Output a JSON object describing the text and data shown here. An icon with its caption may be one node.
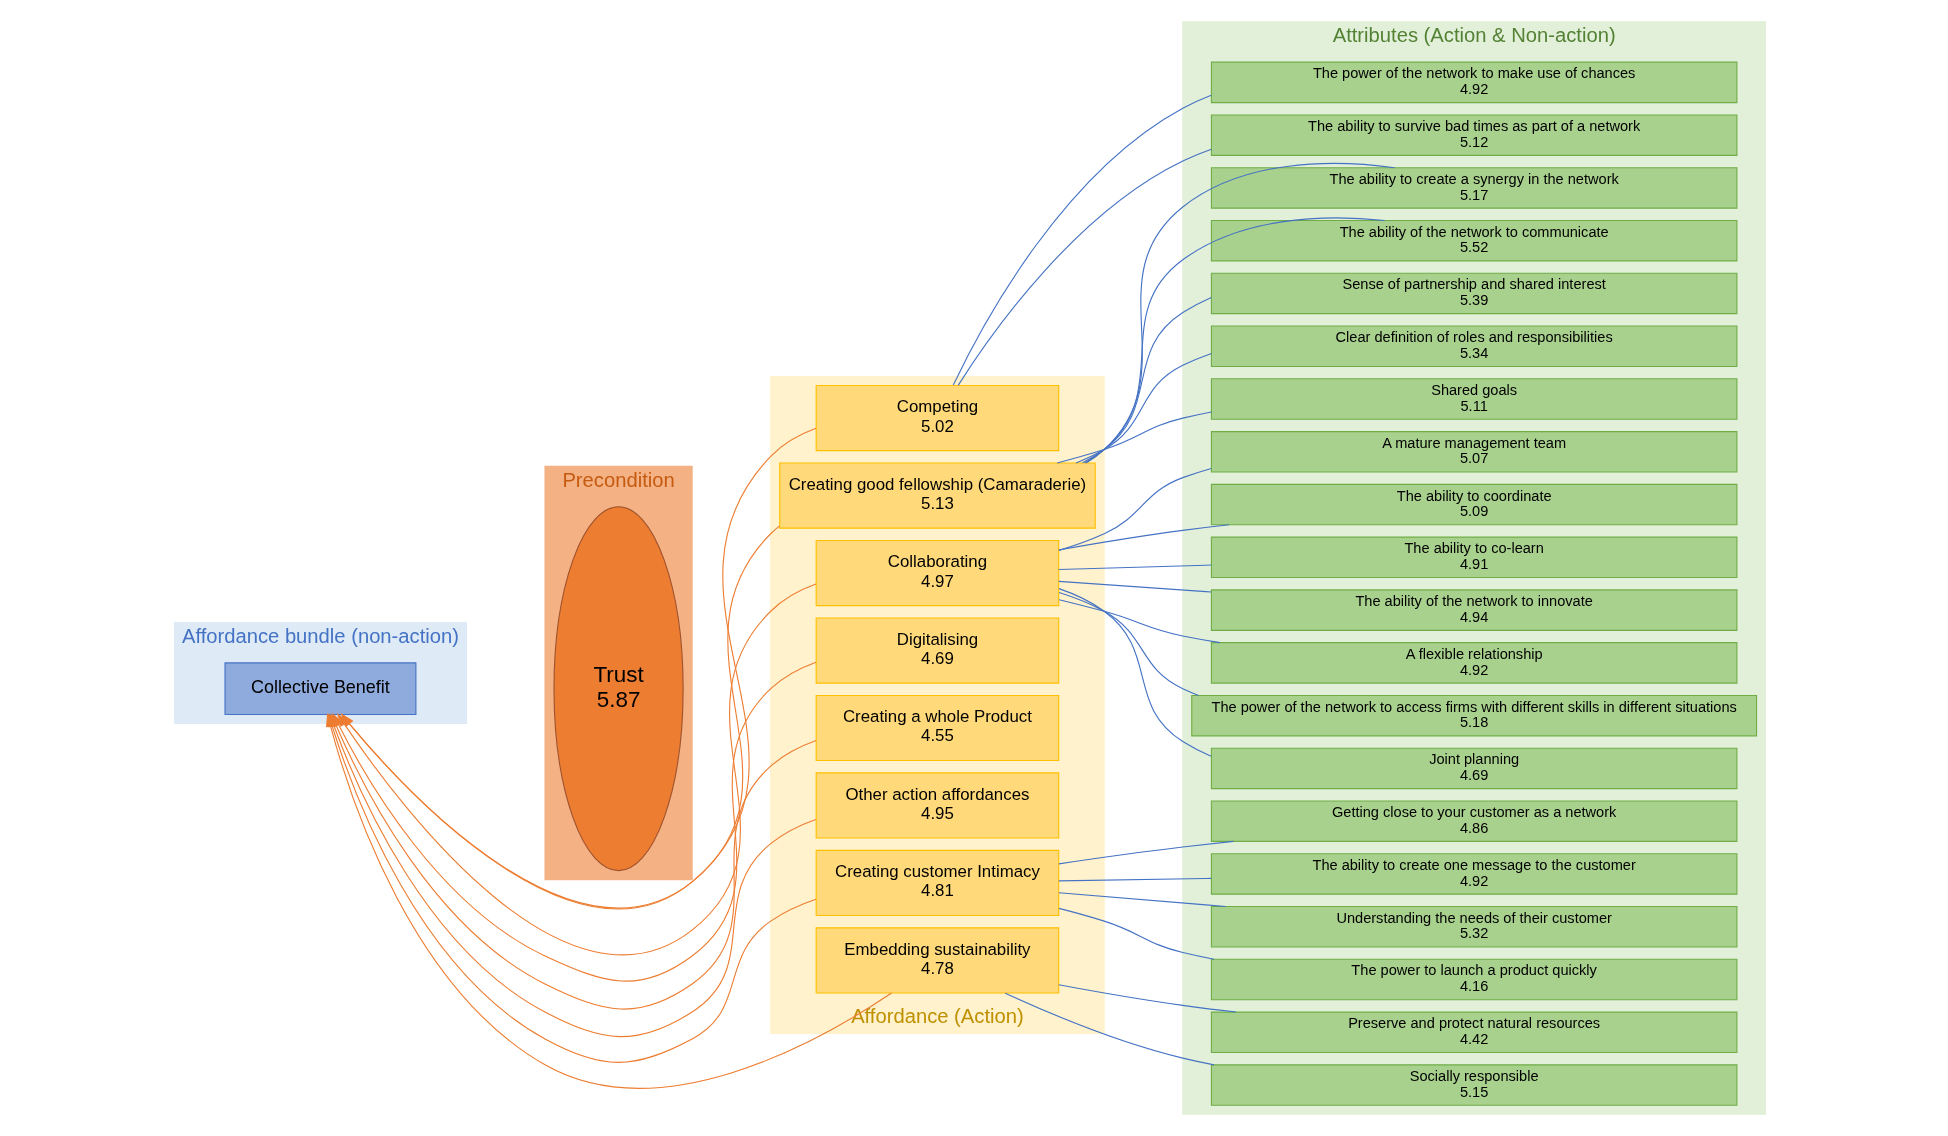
{
  "diagram": {
    "nodes": [
      {
        "text": [
          "Affordance bundle (non-action)"
        ]
      },
      {
        "text": [
          "Collective Benefit"
        ],
        "in": 0
      },
      {
        "text": [
          "Precondition"
        ]
      },
      {
        "text": [
          "Trust",
          "5.87"
        ],
        "in": 2
      },
      {
        "text": [
          "Affordance (Action)"
        ]
      },
      {
        "text": [
          "Creating good fellowship (Camaraderie)",
          "5.13"
        ],
        "in": 4
      },
      {
        "text": [
          "Competing",
          "5.02"
        ],
        "in": 4
      },
      {
        "text": [
          "Collaborating",
          "4.97"
        ],
        "in": 4
      },
      {
        "text": [
          "Digitalising",
          "4.69"
        ],
        "in": 4
      },
      {
        "text": [
          "Creating a whole Product",
          "4.55"
        ],
        "in": 4
      },
      {
        "text": [
          "Other action affordances",
          "4.95"
        ],
        "in": 4
      },
      {
        "text": [
          "Creating customer Intimacy",
          "4.81"
        ],
        "in": 4
      },
      {
        "text": [
          "Embedding sustainability",
          "4.78"
        ],
        "in": 4
      },
      {
        "text": [
          "Attributes (Action & Non-action)"
        ]
      },
      {
        "text": [
          "The ability to create a synergy in the network",
          "5.17"
        ],
        "in": 13
      },
      {
        "text": [
          "The ability of the network to communicate",
          "5.52"
        ],
        "in": 13
      },
      {
        "text": [
          "Sense of partnership and shared interest",
          "5.39"
        ],
        "in": 13
      },
      {
        "text": [
          "Clear definition of roles and responsibilities",
          "5.34"
        ],
        "in": 13
      },
      {
        "text": [
          "Shared goals",
          "5.11"
        ],
        "in": 13
      },
      {
        "text": [
          "The power of the network to make use of chances",
          "4.92"
        ],
        "in": 13
      },
      {
        "text": [
          "The ability to survive bad times as part of a network",
          "5.12"
        ],
        "in": 13
      },
      {
        "text": [
          "The ability to coordinate",
          "5.09"
        ],
        "in": 13
      },
      {
        "text": [
          "The ability to co-learn",
          "4.91"
        ],
        "in": 13
      },
      {
        "text": [
          "The ability of the network to innovate",
          "4.94"
        ],
        "in": 13
      },
      {
        "text": [
          "A flexible relationship",
          "4.92"
        ],
        "in": 13
      },
      {
        "text": [
          "The power of the network to access firms with different skills in different situations",
          "5.18"
        ],
        "in": 13
      },
      {
        "text": [
          "Joint planning",
          "4.69"
        ],
        "in": 13
      },
      {
        "text": [
          "A mature management team",
          "5.07"
        ],
        "in": 13
      },
      {
        "text": [
          "Getting close to your customer as a network",
          "4.86"
        ],
        "in": 13
      },
      {
        "text": [
          "The ability to create one message to the customer",
          "4.92"
        ],
        "in": 13
      },
      {
        "text": [
          "Understanding the needs of their customer",
          "5.32"
        ],
        "in": 13
      },
      {
        "text": [
          "The power to launch a product quickly",
          "4.16"
        ],
        "in": 13
      },
      {
        "text": [
          "Preserve and protect natural resources",
          "4.42"
        ],
        "in": 13
      },
      {
        "text": [
          "Socially responsible",
          "5.15"
        ],
        "in": 13
      }
    ],
    "edges": [
      {
        "from": 5,
        "to": 1,
        "arrow": "to",
        "color": "#ed7d31"
      },
      {
        "from": 6,
        "to": 1,
        "arrow": "to",
        "color": "#ed7d31"
      },
      {
        "from": 7,
        "to": 1,
        "arrow": "to",
        "color": "#ed7d31"
      },
      {
        "from": 8,
        "to": 1,
        "arrow": "to",
        "color": "#ed7d31"
      },
      {
        "from": 9,
        "to": 1,
        "arrow": "to",
        "color": "#ed7d31"
      },
      {
        "from": 10,
        "to": 1,
        "arrow": "to",
        "color": "#ed7d31"
      },
      {
        "from": 11,
        "to": 1,
        "arrow": "to",
        "color": "#ed7d31"
      },
      {
        "from": 12,
        "to": 1,
        "arrow": "to",
        "color": "#ed7d31"
      },
      {
        "from": 5,
        "to": 14,
        "arrow": "none"
      },
      {
        "from": 5,
        "to": 15,
        "arrow": "none"
      },
      {
        "from": 5,
        "to": 16,
        "arrow": "none"
      },
      {
        "from": 5,
        "to": 17,
        "arrow": "none"
      },
      {
        "from": 5,
        "to": 18,
        "arrow": "none"
      },
      {
        "from": 6,
        "to": 19,
        "arrow": "none"
      },
      {
        "from": 6,
        "to": 20,
        "arrow": "none"
      },
      {
        "from": 7,
        "to": 21,
        "arrow": "none"
      },
      {
        "from": 7,
        "to": 22,
        "arrow": "none"
      },
      {
        "from": 7,
        "to": 23,
        "arrow": "none"
      },
      {
        "from": 7,
        "to": 24,
        "arrow": "none"
      },
      {
        "from": 7,
        "to": 25,
        "arrow": "none"
      },
      {
        "from": 7,
        "to": 26,
        "arrow": "none"
      },
      {
        "from": 7,
        "to": 27,
        "arrow": "none"
      },
      {
        "from": 11,
        "to": 28,
        "arrow": "none"
      },
      {
        "from": 11,
        "to": 29,
        "arrow": "none"
      },
      {
        "from": 11,
        "to": 30,
        "arrow": "none"
      },
      {
        "from": 11,
        "to": 31,
        "arrow": "none"
      },
      {
        "from": 12,
        "to": 32,
        "arrow": "none"
      },
      {
        "from": 12,
        "to": 33,
        "arrow": "none"
      }
    ]
  }
}
